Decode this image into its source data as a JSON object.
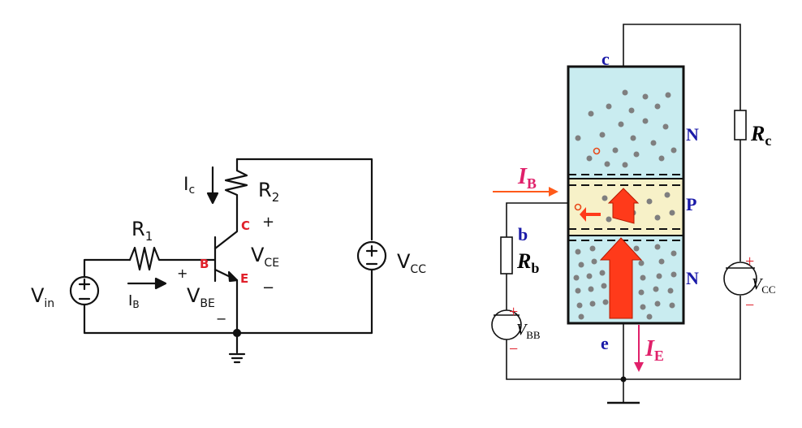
{
  "left_circuit": {
    "labels": {
      "ic": "I_c",
      "r2": "R_2",
      "r1": "R_1",
      "vin": "V_in",
      "ib": "I_B",
      "vbe": "V_BE",
      "vce": "V_CE",
      "vcc": "V_CC",
      "plus_vce": "+",
      "minus_vce": "−",
      "plus_vbe": "+",
      "minus_vbe": "−",
      "node_b": "B",
      "node_c": "C",
      "node_e": "E"
    },
    "colors": {
      "node_label": "#e0202a"
    }
  },
  "right_diagram": {
    "labels": {
      "collector": "c",
      "base": "b",
      "emitter": "e",
      "region_top": "N",
      "region_mid": "P",
      "region_bot": "N",
      "ib": "I_B",
      "ie": "I_E",
      "rb": "R_b",
      "rc": "R_c",
      "vbb": "V_BB",
      "vcc": "V_CC",
      "plus": "+",
      "minus": "−"
    },
    "colors": {
      "n_region": "#c9ecf0",
      "p_region": "#f7f1c8",
      "carrier_dot": "#7f7f7f",
      "arrow": "#ff3a1a",
      "label_blue": "#1a1aa8",
      "label_magenta": "#e0206a",
      "hole": "#e84a1a"
    }
  }
}
